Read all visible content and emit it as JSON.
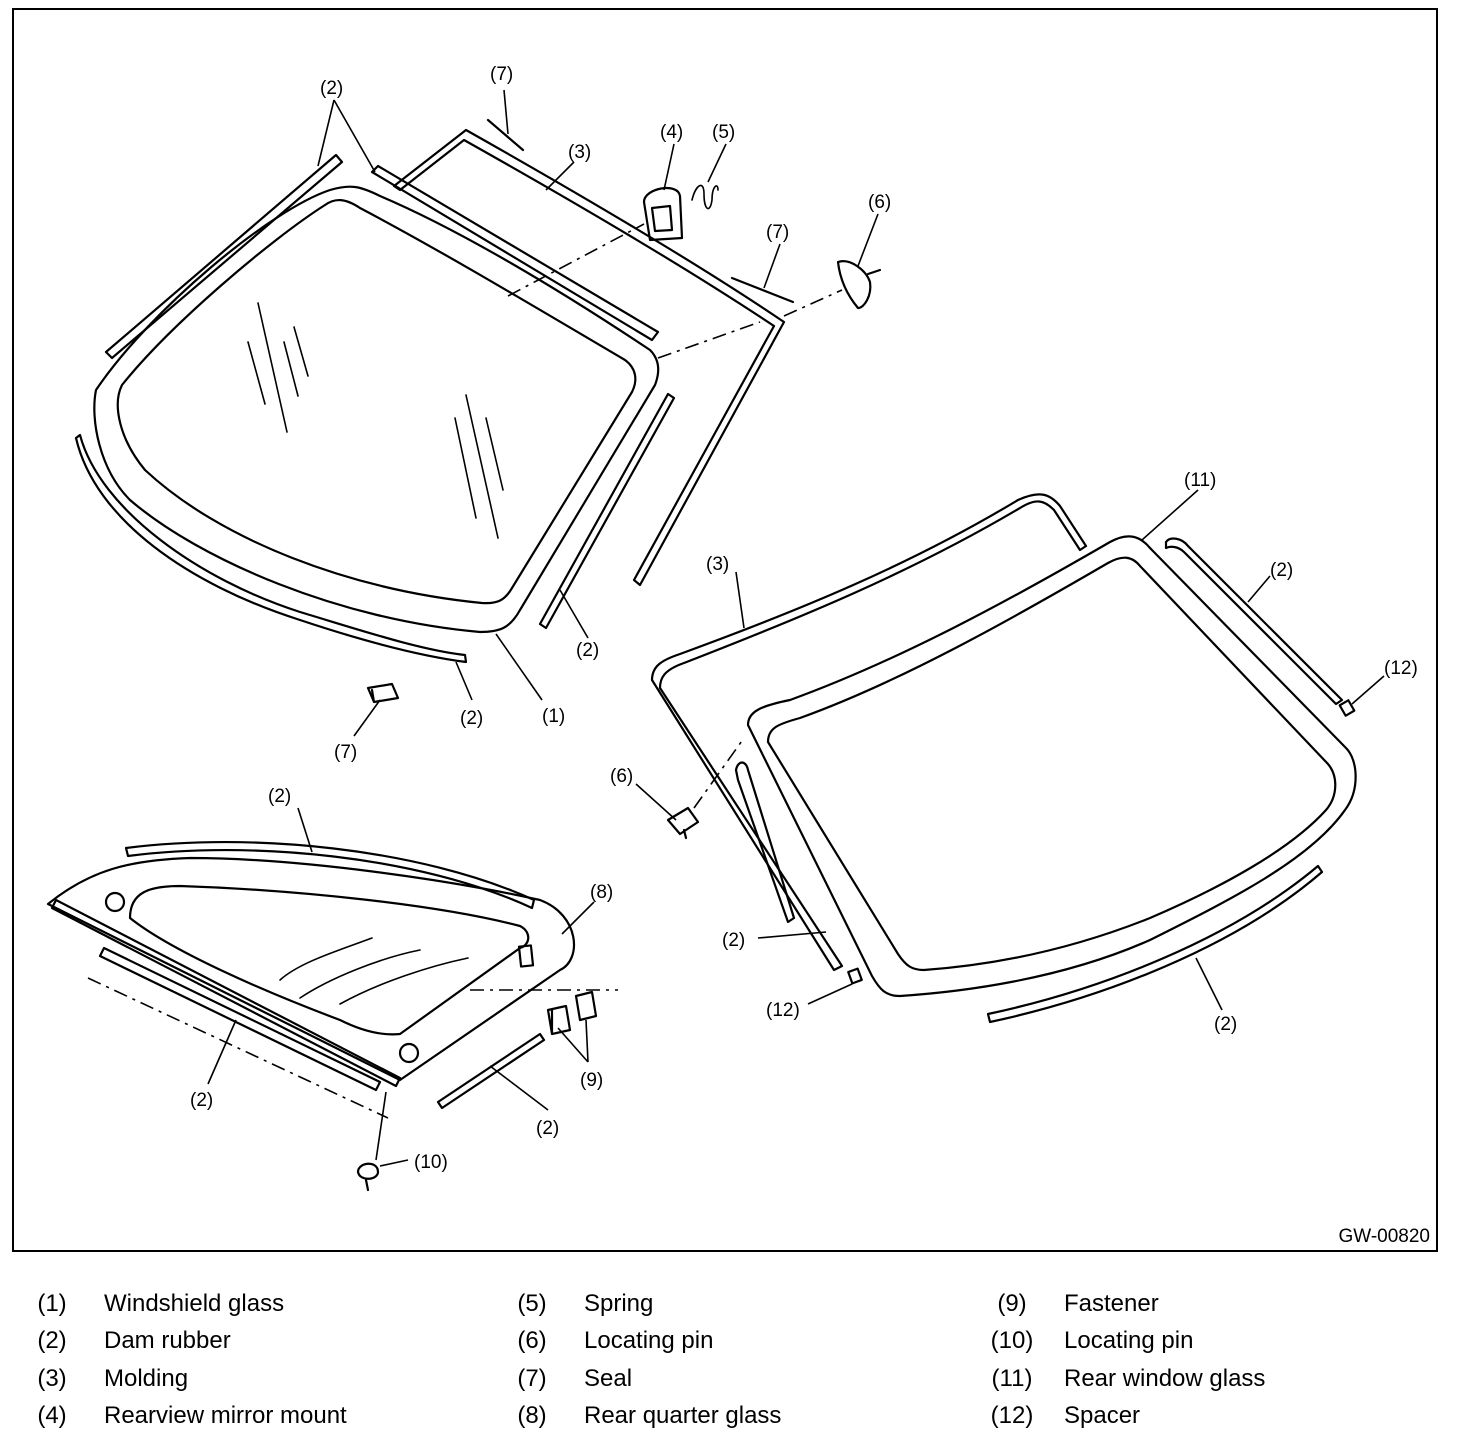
{
  "callouts": {
    "c1": "(1)",
    "c2": "(2)",
    "c3": "(3)",
    "c4": "(4)",
    "c5": "(5)",
    "c6": "(6)",
    "c7": "(7)",
    "c8": "(8)",
    "c9": "(9)",
    "c10": "(10)",
    "c11": "(11)",
    "c12": "(12)"
  },
  "figure_code": "GW-00820",
  "legend": [
    {
      "num": "(1)",
      "name": "Windshield glass"
    },
    {
      "num": "(2)",
      "name": "Dam rubber"
    },
    {
      "num": "(3)",
      "name": "Molding"
    },
    {
      "num": "(4)",
      "name": "Rearview mirror mount"
    },
    {
      "num": "(5)",
      "name": "Spring"
    },
    {
      "num": "(6)",
      "name": "Locating pin"
    },
    {
      "num": "(7)",
      "name": "Seal"
    },
    {
      "num": "(8)",
      "name": "Rear quarter glass"
    },
    {
      "num": "(9)",
      "name": "Fastener"
    },
    {
      "num": "(10)",
      "name": "Locating pin"
    },
    {
      "num": "(11)",
      "name": "Rear window glass"
    },
    {
      "num": "(12)",
      "name": "Spacer"
    }
  ]
}
